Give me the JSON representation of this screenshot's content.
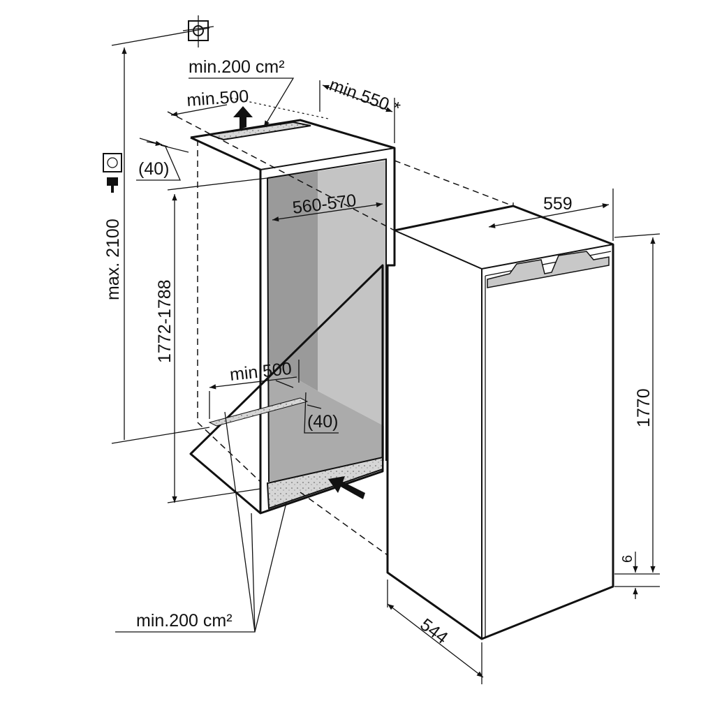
{
  "diagram": {
    "labels": {
      "top_vent_area": "min.200 cm²",
      "top_vent_width": "min.500",
      "niche_depth": "min.550 *",
      "top_vent_offset": "(40)",
      "niche_width": "560-570",
      "appliance_width": "559",
      "max_height": "max. 2100",
      "niche_height": "1772-1788",
      "bottom_vent_width": "min 500",
      "bottom_vent_offset": "(40)",
      "appliance_height": "1770",
      "gap": "6",
      "appliance_depth": "544",
      "bottom_vent_area": "min.200 cm²"
    },
    "colors": {
      "niche_interior_dark": "#9a9a9a",
      "niche_interior_light": "#c4c4c4",
      "vent_fill": "#d6d6d6",
      "line": "#111111"
    }
  }
}
